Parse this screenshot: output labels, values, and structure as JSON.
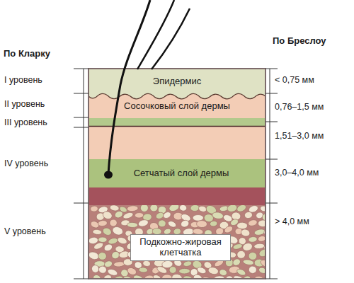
{
  "diagram": {
    "nodes": [
      {
        "text": [
          "Эпидермис"
        ]
      },
      {
        "text": [
          "Сосочковый слой дермы"
        ]
      },
      {
        "text": [
          "Сетчатый слой дермы"
        ]
      },
      {
        "text": [
          "Подкожно-жировая клетчатка"
        ]
      }
    ],
    "labels": [
      "По Кларку",
      "I уровень",
      "II уровень",
      "III уровень",
      "IV уровень",
      "V уровень",
      "По Бреслоу",
      "< 0,75 мм",
      "0,76–1,5 мм",
      "1,51–3,0 мм",
      "3,0–4,0 мм",
      "> 4,0 мм"
    ]
  }
}
